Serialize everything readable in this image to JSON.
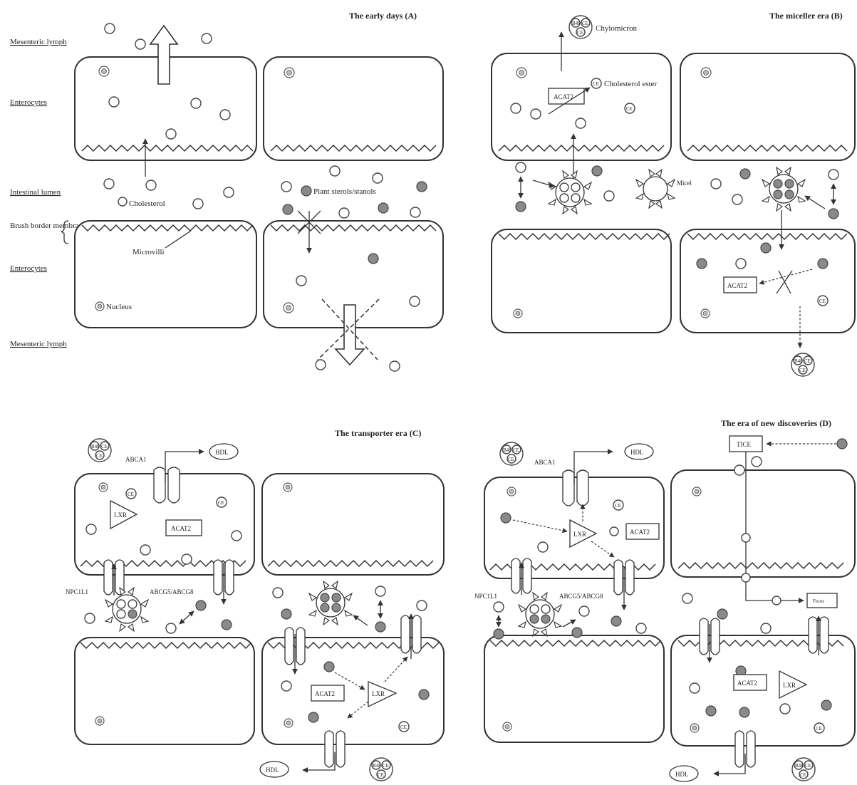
{
  "panels": {
    "A": {
      "title": "The early days (A)",
      "side_labels": [
        "Mesenteric lymph",
        "Enterocytes",
        "Intestinal lumen",
        "Brush border membrane",
        "Enterocytes",
        "Mesenteric lymph"
      ],
      "cholesterol": "Cholesterol",
      "plant_sterols": "Plant sterols/stanols",
      "microvilli": "Microvilli",
      "nucleus": "Nucleus"
    },
    "B": {
      "title": "The miceller era (B)",
      "chylomicron": "Chylomicron",
      "cholesterol_ester": "Cholesterol ester",
      "micel": "Micel",
      "acat2": "ACAT2",
      "ce": "CE",
      "b48": "B48"
    },
    "C": {
      "title": "The transporter era (C)",
      "abca1": "ABCA1",
      "hdl": "HDL",
      "lxr": "LXR",
      "acat2": "ACAT2",
      "npc1l1": "NPC1L1",
      "abcg5g8": "ABCG5/ABCG8",
      "ce": "CE",
      "b48": "B48"
    },
    "D": {
      "title": "The era of new discoveries (D)",
      "tice": "TICE",
      "feces": "Feces",
      "abca1": "ABCA1",
      "hdl": "HDL",
      "lxr": "LXR",
      "acat2": "ACAT2",
      "npc1l1": "NPC1L1",
      "abcg5g8": "ABCG5/ABCG8",
      "ce": "CE",
      "b48": "B48"
    }
  }
}
